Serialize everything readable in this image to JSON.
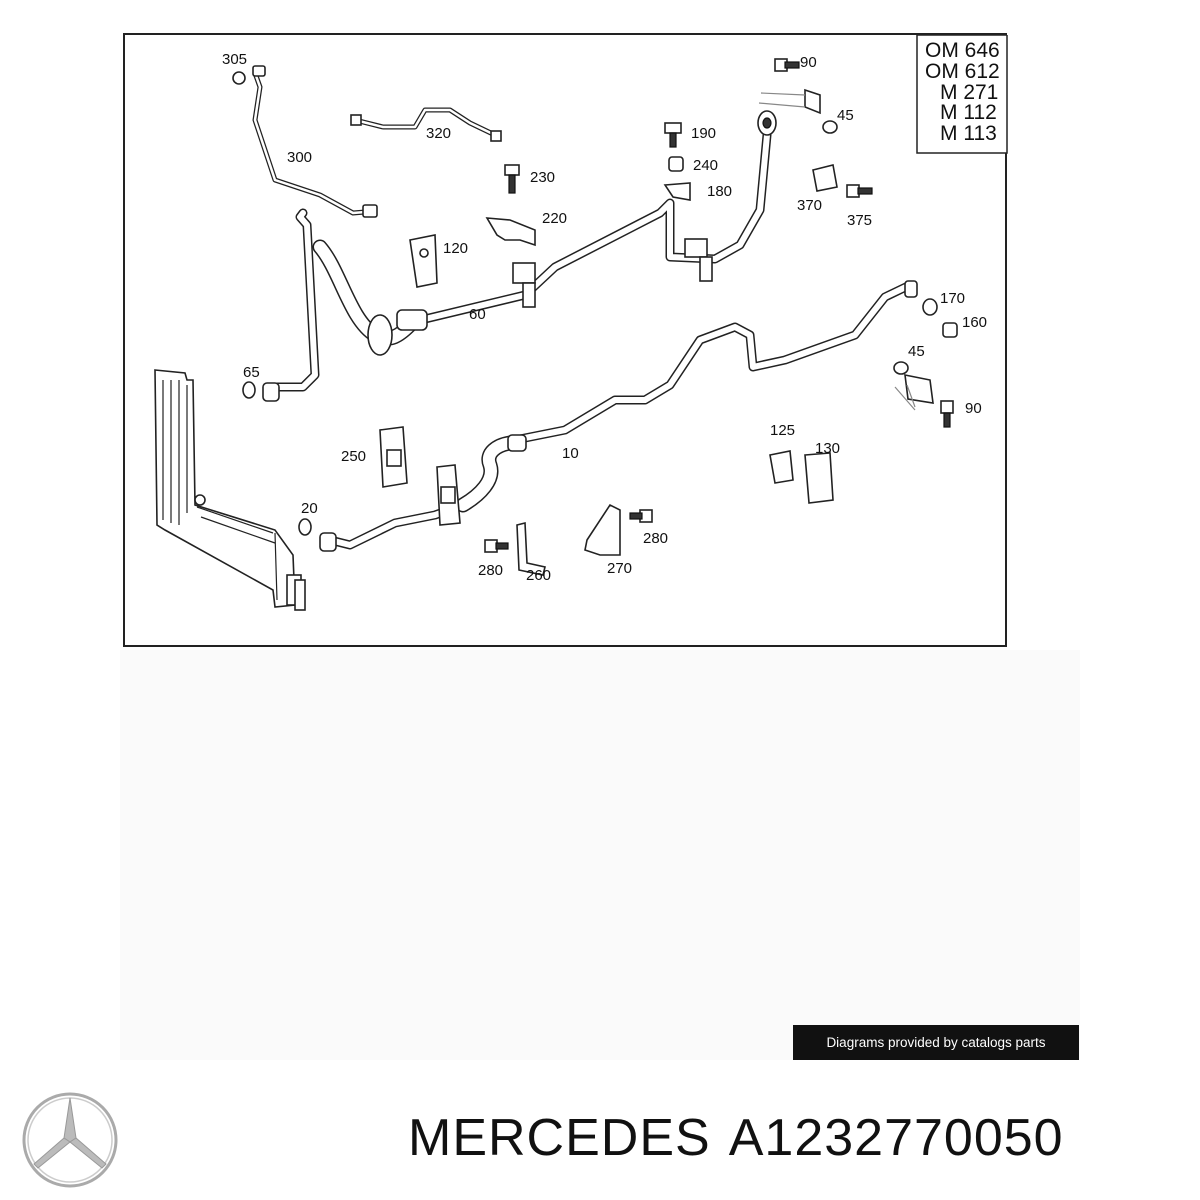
{
  "diagram": {
    "engine_codes": [
      "OM 646",
      "OM 612",
      "M 271",
      "M 112",
      "M 113"
    ],
    "callouts": {
      "c305": "305",
      "c300": "300",
      "c320": "320",
      "c230": "230",
      "c220": "220",
      "c120": "120",
      "c60": "60",
      "c65": "65",
      "c190": "190",
      "c240": "240",
      "c180": "180",
      "c90a": "90",
      "c45a": "45",
      "c370": "370",
      "c375": "375",
      "c170": "170",
      "c160": "160",
      "c45b": "45",
      "c90b": "90",
      "c10": "10",
      "c250": "250",
      "c20": "20",
      "c125": "125",
      "c130": "130",
      "c280a": "280",
      "c260": "260",
      "c270": "270",
      "c280b": "280"
    }
  },
  "credit_text": "Diagrams provided by catalogs parts",
  "brand": "MERCEDES",
  "part_number": "A1232770050",
  "logo_icon": "mercedes-star-icon"
}
